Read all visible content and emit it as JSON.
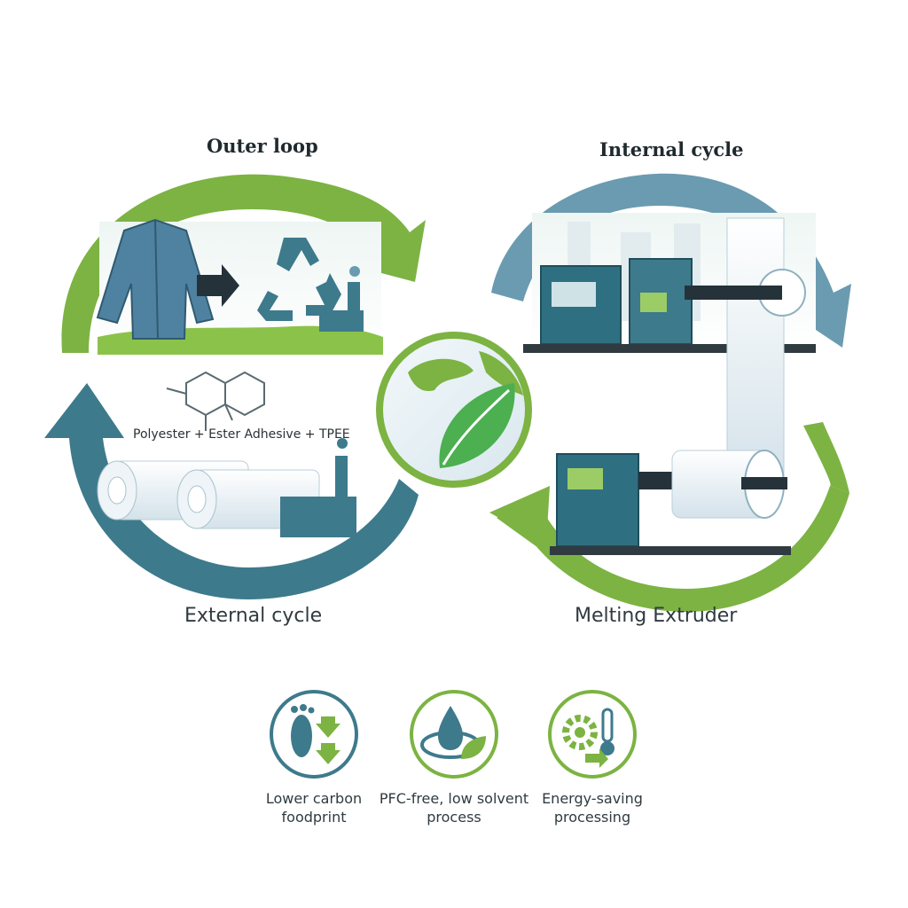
{
  "labels": {
    "outer_loop": "Outer loop",
    "internal_cycle": "Internal cycle",
    "external_cycle": "External cycle",
    "melting_extruder": "Melting Extruder",
    "material_formula": "Polyester + Ester Adhesive + TPEE"
  },
  "features": [
    {
      "icon": "footprint-down-arrows-icon",
      "line1": "Lower carbon",
      "line2": "foodprint"
    },
    {
      "icon": "water-drop-leaf-icon",
      "line1": "PFC-free, low solvent",
      "line2": "process"
    },
    {
      "icon": "gear-thermometer-icon",
      "line1": "Energy-saving",
      "line2": "processing"
    }
  ],
  "colors": {
    "green": "#7cb342",
    "teal": "#3d7a8c",
    "steel_blue": "#6a9bb0",
    "dark": "#2f3b40"
  }
}
